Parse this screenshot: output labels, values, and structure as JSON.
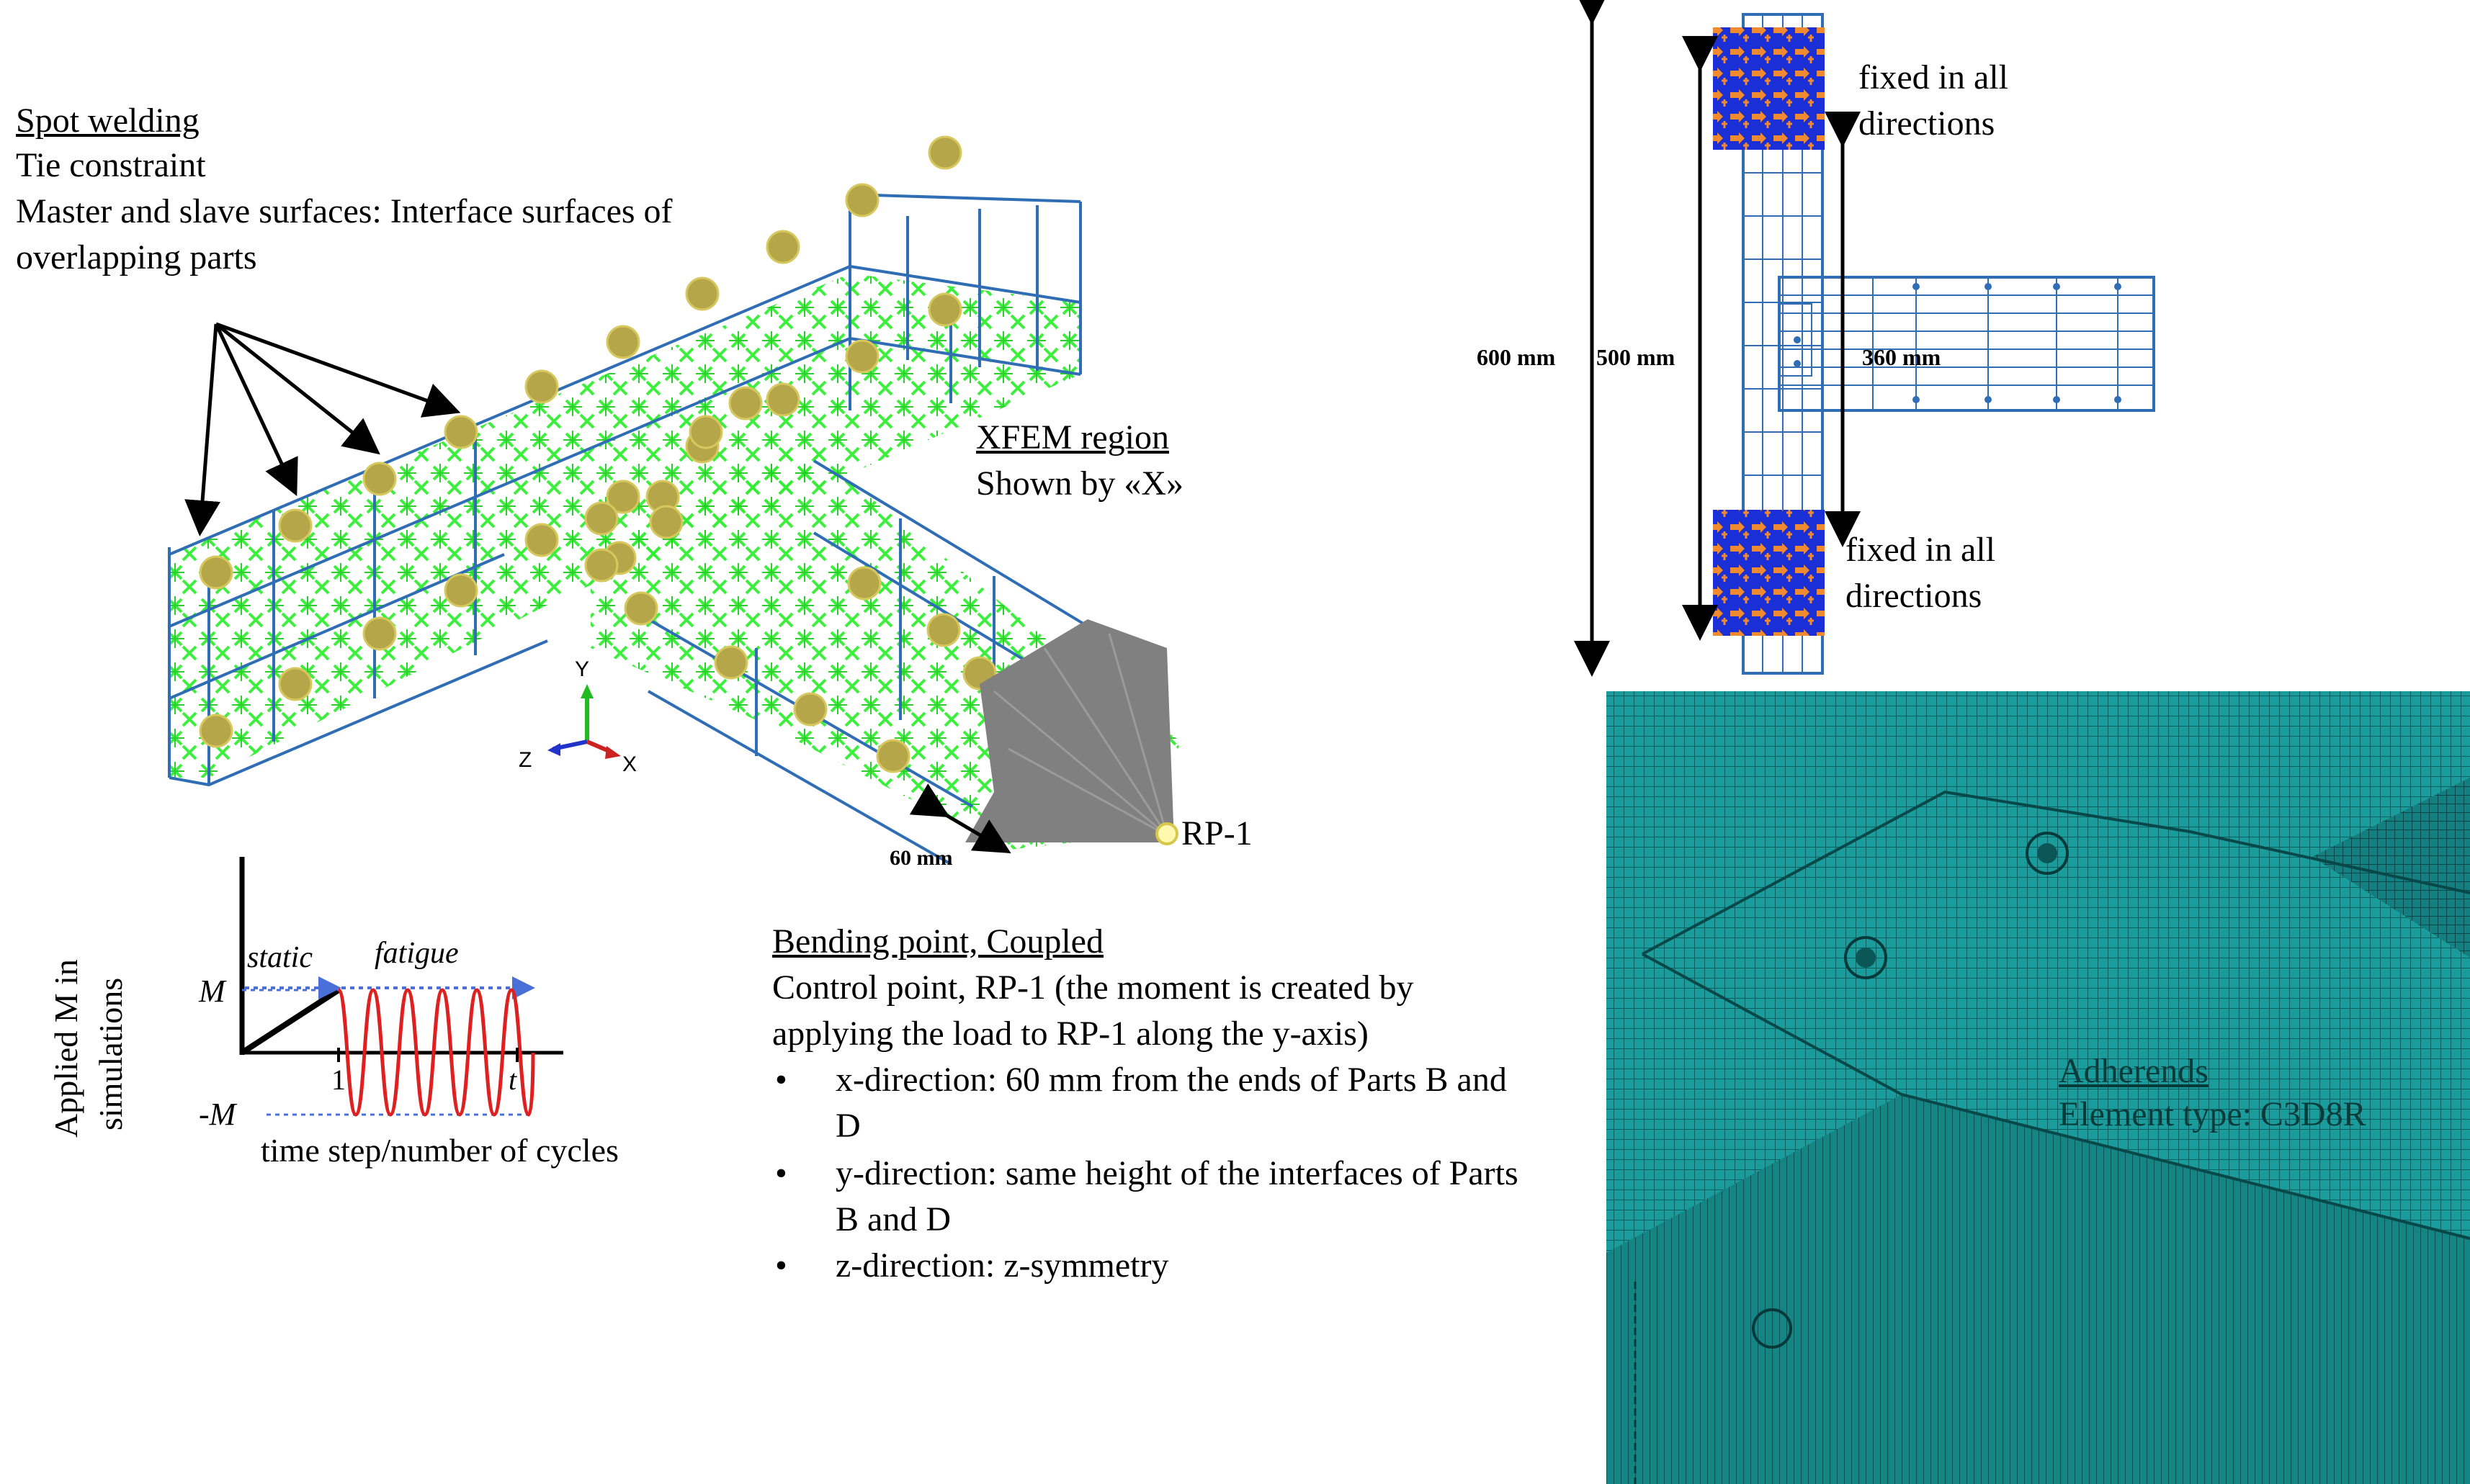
{
  "spot_welding": {
    "title": "Spot welding",
    "line1": "Tie constraint",
    "line2": "Master and slave surfaces: Interface surfaces of",
    "line3": "overlapping  parts"
  },
  "xfem": {
    "title": "XFEM region",
    "subtitle": "Shown by «X»"
  },
  "axes_triad": {
    "y": "Y",
    "z": "Z",
    "x": "X"
  },
  "dim_60": "60 mm",
  "rp_label": "RP-1",
  "load_chart": {
    "ylabel_line1": "Applied M in",
    "ylabel_line2": "simulations",
    "static": "static",
    "fatigue": "fatigue",
    "M": "M",
    "minusM": "-M",
    "tick_1": "1",
    "tick_t": "t",
    "xlabel": "time step/number  of cycles"
  },
  "bending": {
    "title": "Bending point, Coupled",
    "line1": "Control point, RP-1 (the moment is created by",
    "line2": "applying the load to RP-1 along the y-axis)",
    "bullets": [
      {
        "line1": "x-direction:  60 mm from the ends of Parts B and",
        "line2": "D"
      },
      {
        "line1": "y-direction:  same height of the interfaces of Parts",
        "line2": "B and D"
      },
      {
        "line1": "z-direction:  z-symmetry",
        "line2": ""
      }
    ],
    "bullet_char": "•"
  },
  "top_view": {
    "dim_600": "600 mm",
    "dim_500": "500 mm",
    "dim_360": "360 mm",
    "fixed_top_1": "fixed in all",
    "fixed_top_2": "directions",
    "fixed_bot_1": "fixed in all",
    "fixed_bot_2": "directions"
  },
  "mesh": {
    "title": "Adherends",
    "subtitle": "Element type: C3D8R"
  },
  "colors": {
    "frame_blue": "#2f6db5",
    "weld_green": "#33ee33",
    "weld_dot": "#b5a64a",
    "xfem_grey": "#808080",
    "mesh_teal": "#159a9a",
    "bc_orange": "#f08a30",
    "bc_blue": "#1a2fd6",
    "curve_red": "#e02020",
    "dotted_blue": "#4a6fd8"
  }
}
